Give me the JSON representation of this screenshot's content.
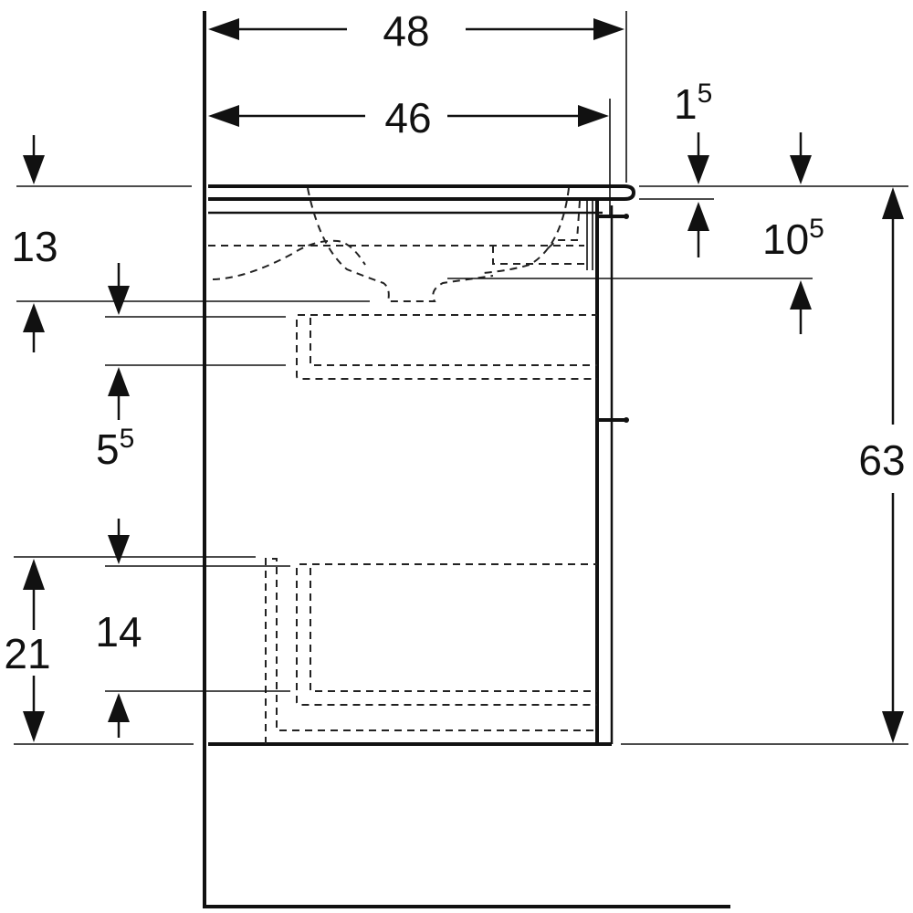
{
  "dimensions": {
    "overall_depth": "48",
    "cabinet_depth": "46",
    "worktop_overhang_base": "1",
    "worktop_overhang_sup": "5",
    "basin_offset_base": "10",
    "basin_offset_sup": "5",
    "basin_height": "13",
    "drawer_gap_base": "5",
    "drawer_gap_sup": "5",
    "total_height": "63",
    "bottom_drawer_total": "21",
    "bottom_drawer_inner": "14"
  }
}
